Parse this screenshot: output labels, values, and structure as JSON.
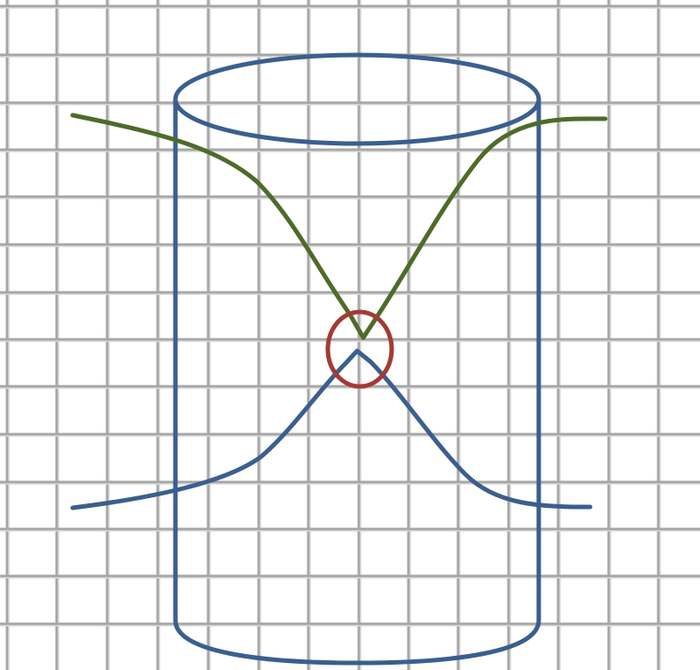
{
  "diagram": {
    "background_color": "#ffffff",
    "grid": {
      "visible": true,
      "color": "#a6a6a6",
      "highlight_color": "#d9d9d9"
    },
    "shapes": [
      {
        "name": "cylinder",
        "color": "#3a5f8f"
      },
      {
        "name": "upper-curve",
        "color": "#4e6b2a"
      },
      {
        "name": "lower-curve",
        "color": "#3a5f8f"
      },
      {
        "name": "crossing-circle",
        "color": "#a33a36"
      }
    ]
  }
}
